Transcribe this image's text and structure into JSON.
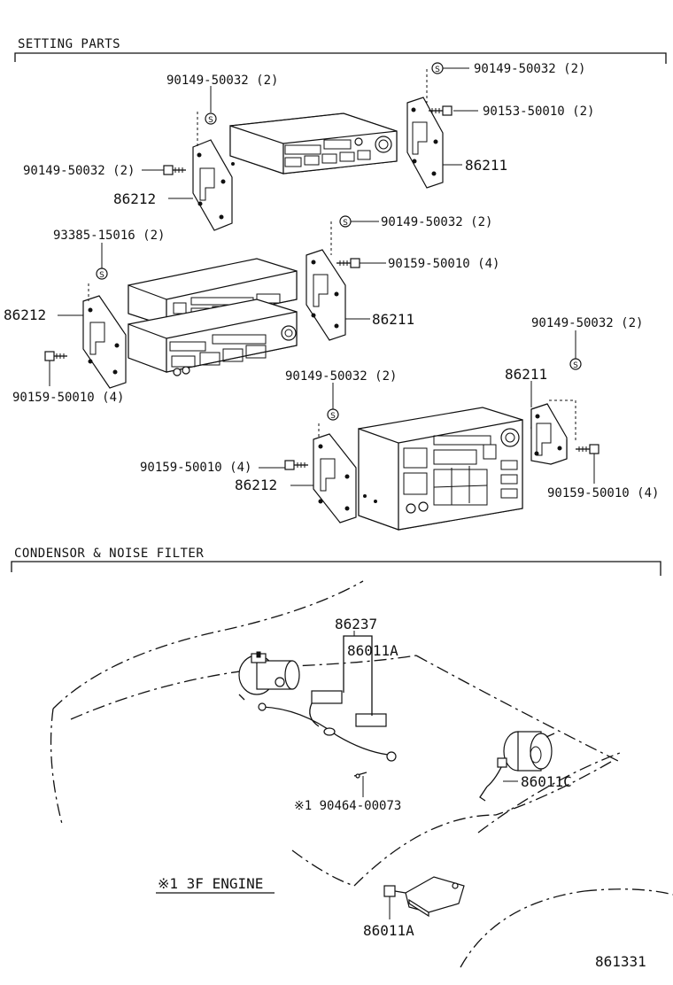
{
  "sections": {
    "setting_parts": "SETTING PARTS",
    "condensor": "CONDENSOR & NOISE FILTER"
  },
  "labels": {
    "a1": "90149-50032 (2)",
    "a2": "90149-50032 (2)",
    "a3": "90153-50010 (2)",
    "a4": "90149-50032 (2)",
    "a5": "86211",
    "a6": "86212",
    "b1": "90149-50032 (2)",
    "b2": "90159-50010 (4)",
    "b3": "93385-15016 (2)",
    "b4": "86212",
    "b5": "86211",
    "b6": "90159-50010 (4)",
    "c1": "90149-50032 (2)",
    "c2": "90149-50032 (2)",
    "c3": "86211",
    "c4": "90159-50010 (4)",
    "c5": "86212",
    "c6": "90159-50010 (4)",
    "d1": "86237",
    "d2": "86011A",
    "d3": "※1 90464-00073",
    "d4": "86011C",
    "d5": "※1 3F ENGINE",
    "d6": "86011A"
  },
  "stamp": "S",
  "figure_number": "861331"
}
